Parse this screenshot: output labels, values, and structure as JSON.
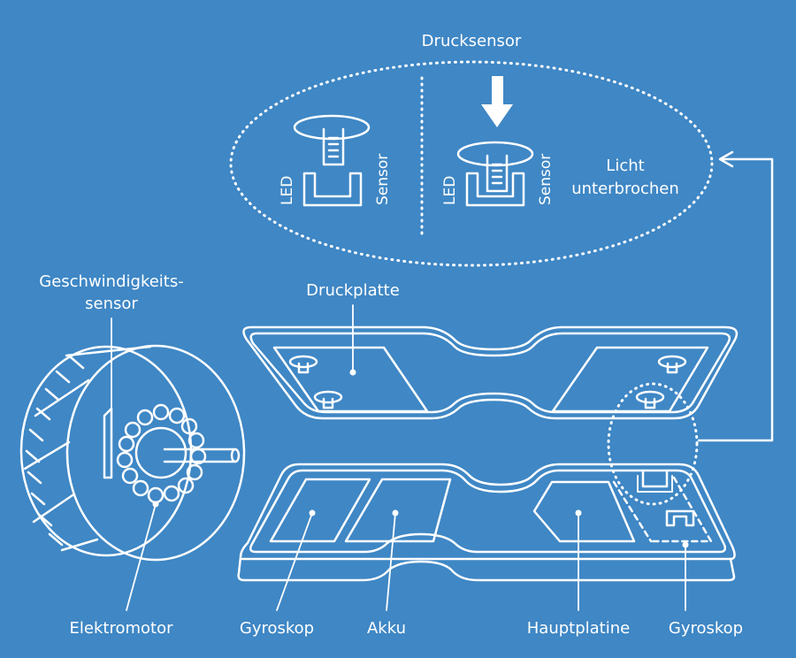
{
  "diagram": {
    "top_title": "Drucksensor",
    "led_left": "LED",
    "sensor_left": "Sensor",
    "led_right": "LED",
    "sensor_right": "Sensor",
    "light_line1": "Licht",
    "light_line2": "unterbrochen",
    "speed_sensor_line1": "Geschwindigkeits-",
    "speed_sensor_line2": "sensor",
    "pressure_plate": "Druckplatte",
    "motor": "Elektromotor",
    "gyro_left": "Gyroskop",
    "battery": "Akku",
    "mainboard": "Hauptplatine",
    "gyro_right": "Gyroskop"
  },
  "colors": {
    "background": "#3f87c5",
    "line": "#ffffff"
  }
}
